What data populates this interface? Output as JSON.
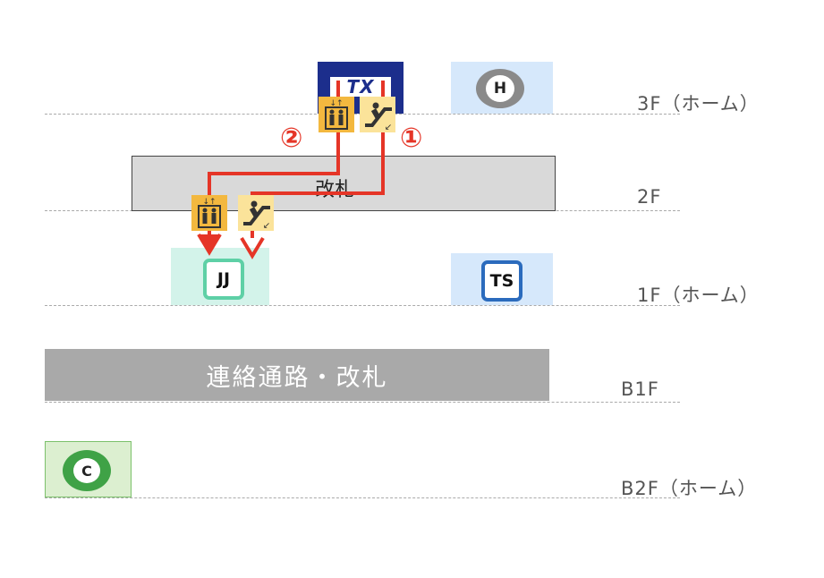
{
  "floors": [
    {
      "label": "3F（ホーム）"
    },
    {
      "label": "2F"
    },
    {
      "label": "1F（ホーム）"
    },
    {
      "label": "B1F"
    },
    {
      "label": "B2F（ホーム）"
    }
  ],
  "ticket_gate_2f": {
    "label": "改札"
  },
  "corridor_b1f": {
    "label": "連絡通路・改札"
  },
  "lines": {
    "tx": {
      "label": "TX",
      "color": "#1c2e8c"
    },
    "h": {
      "label": "H",
      "color": "#8a8a8a",
      "area_color": "#d6e8fb"
    },
    "jj": {
      "label": "JJ",
      "color": "#5ed0a6",
      "area_color": "#d3f3ea"
    },
    "ts": {
      "label": "TS",
      "color": "#2b6bbd",
      "area_color": "#d6e8fb"
    },
    "c": {
      "label": "C",
      "color": "#3fa246",
      "area_color": "#dcefd0"
    }
  },
  "routes": [
    {
      "number": "①",
      "via": "escalator-icon"
    },
    {
      "number": "②",
      "via": "elevator-icon"
    }
  ],
  "colors": {
    "route": "#e53527",
    "elevator": "#f3b83f",
    "escalator": "#fbe39a"
  }
}
